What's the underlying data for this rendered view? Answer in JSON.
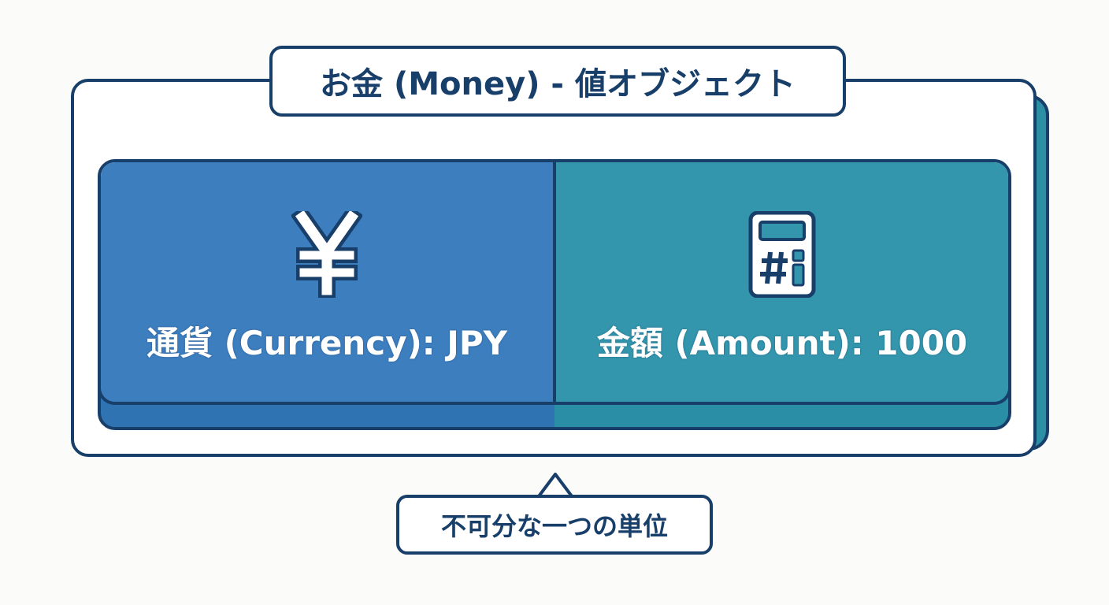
{
  "title": "お金 (Money) - 値オブジェクト",
  "fields": [
    {
      "label": "通貨 (Currency): JPY",
      "icon": "yen-icon"
    },
    {
      "label": "金額 (Amount): 1000",
      "icon": "calculator-icon"
    }
  ],
  "note": "不可分な一つの単位",
  "colors": {
    "outline": "#183e6a",
    "currency_panel": "#3d7ebf",
    "amount_panel": "#3396ac",
    "background": "#fbfbf9"
  }
}
